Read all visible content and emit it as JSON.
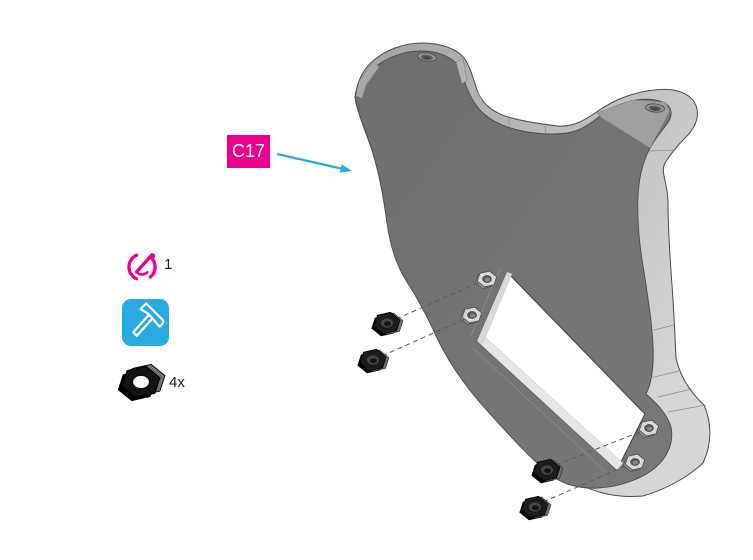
{
  "callout": {
    "label": "C17",
    "box_color": "#EC008C",
    "arrow_color": "#29ABE2"
  },
  "bom": {
    "items": [
      {
        "icon": "gauge-icon",
        "count": "1",
        "color": "#EC008C"
      },
      {
        "icon": "hammer-icon",
        "count": "",
        "color": "#29ABE2"
      },
      {
        "icon": "hex-nut-icon",
        "count": "4x",
        "color": "#1C1C1C"
      }
    ]
  },
  "diagram": {
    "part_colors": {
      "front_face": "#727272",
      "side_wall": "#C9C9C9",
      "outline": "#4A4A4A",
      "nut_black": "#1C1C1C",
      "slot_fill": "#FFFFFF"
    },
    "hex_nut_count": 4,
    "hex_boss_count": 4,
    "ear_hole_count": 2
  }
}
